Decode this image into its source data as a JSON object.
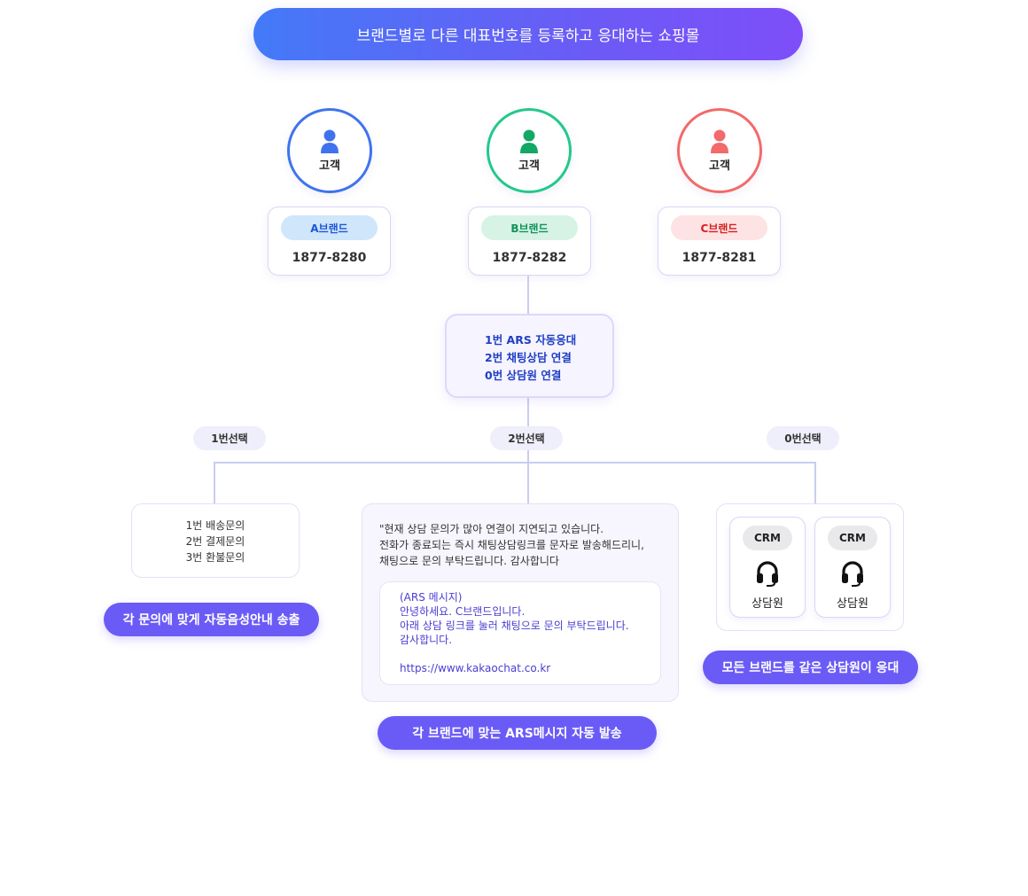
{
  "title": "브랜드별로 다른 대표번호를 등록하고 응대하는 쇼핑몰",
  "customer_label": "고객",
  "brands": [
    {
      "name": "A브랜드",
      "number": "1877-8280",
      "color": "#3f73ee",
      "tag_bg": "#cfe6fb",
      "tag_text": "#1f56d6"
    },
    {
      "name": "B브랜드",
      "number": "1877-8282",
      "color": "#22c98a",
      "tag_bg": "#d6f3e6",
      "tag_text": "#13925a"
    },
    {
      "name": "C브랜드",
      "number": "1877-8281",
      "color": "#f26a6a",
      "tag_bg": "#fde3e3",
      "tag_text": "#d81e1e"
    }
  ],
  "ars_menu": [
    "1번 ARS 자동응대",
    "2번 채팅상담 연결",
    "0번 상담원 연결"
  ],
  "selections": [
    "1번선택",
    "2번선택",
    "0번선택"
  ],
  "option1": {
    "items": [
      "1번 배송문의",
      "2번 결제문의",
      "3번 환불문의"
    ],
    "caption": "각 문의에 맞게 자동음성안내 송출"
  },
  "option2": {
    "notice": [
      "\"현재 상담 문의가 많아 연결이 지연되고 있습니다.",
      "전화가 종료되는 즉시 채팅상담링크를 문자로 발송해드리니,",
      "채팅으로 문의 부탁드립니다. 감사합니다"
    ],
    "sms": [
      "(ARS 메시지)",
      "안녕하세요. C브랜드입니다.",
      "아래 상담 링크를 눌러 채팅으로 문의 부탁드립니다.",
      "감사합니다."
    ],
    "link": "https://www.kakaochat.co.kr",
    "caption": "각 브랜드에 맞는 ARS메시지 자동 발송"
  },
  "option0": {
    "agents": [
      {
        "tag": "CRM",
        "label": "상담원"
      },
      {
        "tag": "CRM",
        "label": "상담원"
      }
    ],
    "caption": "모든 브랜드를 같은 상담원이 응대"
  },
  "colors": {
    "accent": "#6b5bf6",
    "ars_text": "#1f3fc4",
    "sms_text": "#4b3ed0",
    "connector": "#c9cdf2"
  }
}
